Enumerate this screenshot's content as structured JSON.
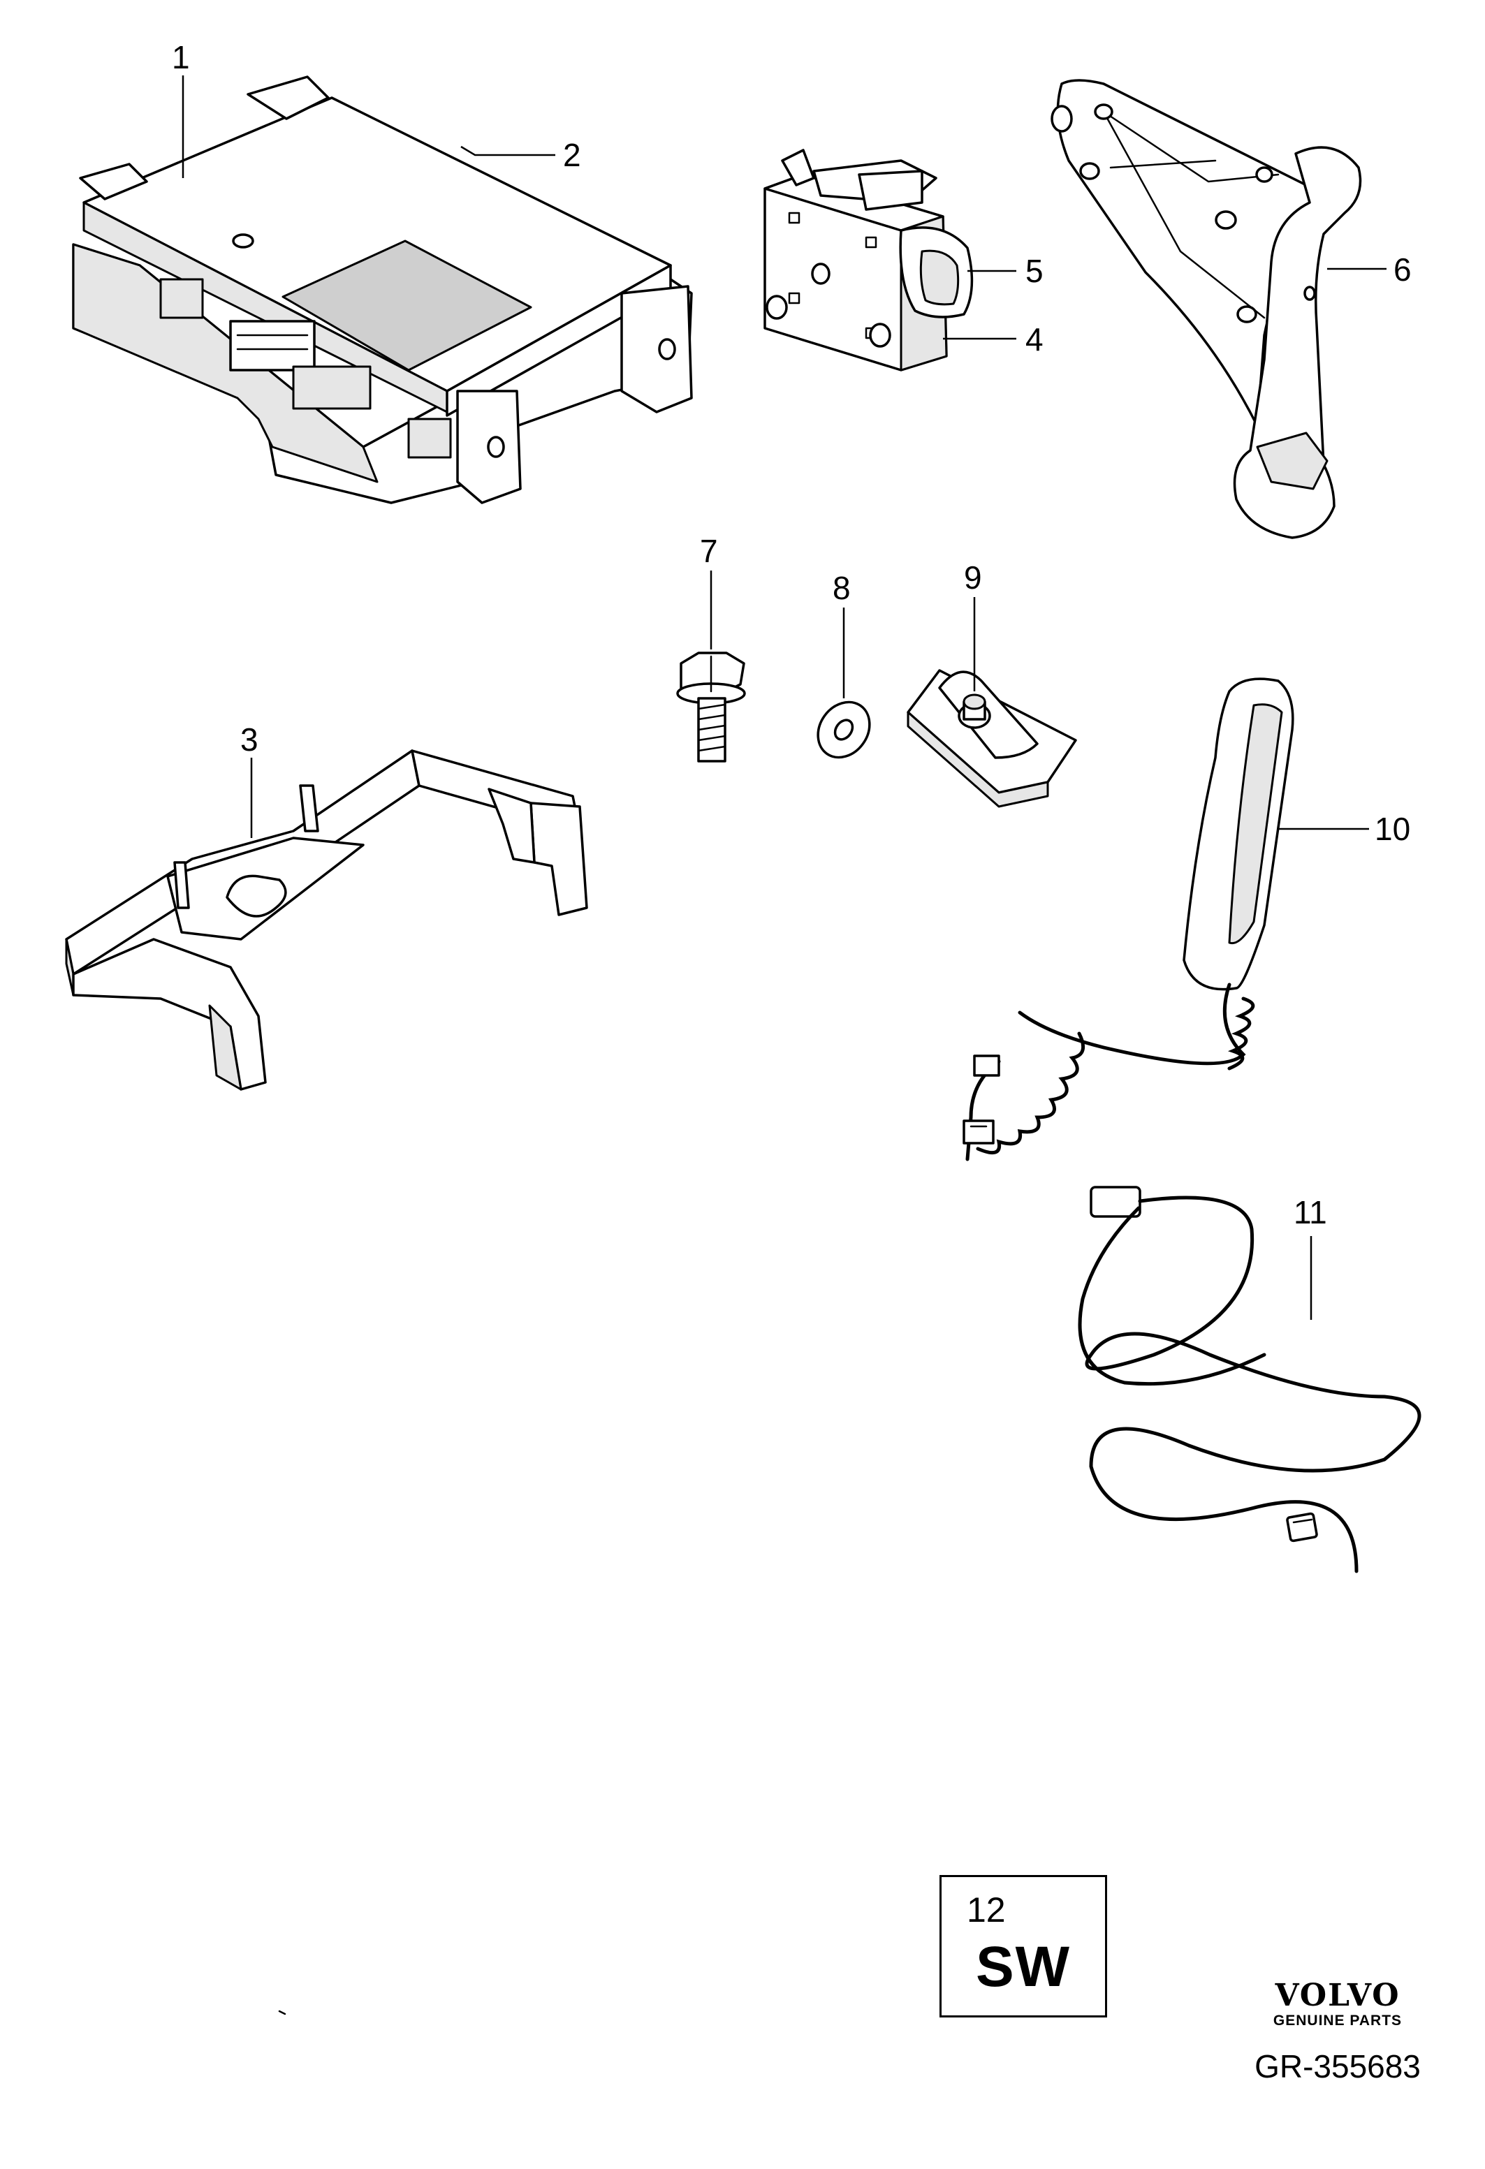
{
  "callouts": {
    "c1": "1",
    "c2": "2",
    "c3": "3",
    "c4": "4",
    "c5": "5",
    "c6": "6",
    "c7": "7",
    "c8": "8",
    "c9": "9",
    "c10": "10",
    "c11": "11"
  },
  "sw_box": {
    "number": "12",
    "code": "SW"
  },
  "brand": {
    "name": "VOLVO",
    "tagline": "GENUINE PARTS"
  },
  "figure_ref": "GR-355683",
  "icons": {
    "part_1": "control-module-icon",
    "part_2": "module-cover-icon",
    "part_3": "mounting-bracket-icon",
    "part_4": "holder-icon",
    "part_5": "release-button-icon",
    "part_6": "handset-cradle-icon",
    "part_7": "flange-bolt-icon",
    "part_8": "washer-icon",
    "part_9": "clip-nut-icon",
    "part_10": "handset-icon",
    "part_11": "cable-icon"
  },
  "colors": {
    "line": "#000000",
    "background": "#ffffff"
  }
}
